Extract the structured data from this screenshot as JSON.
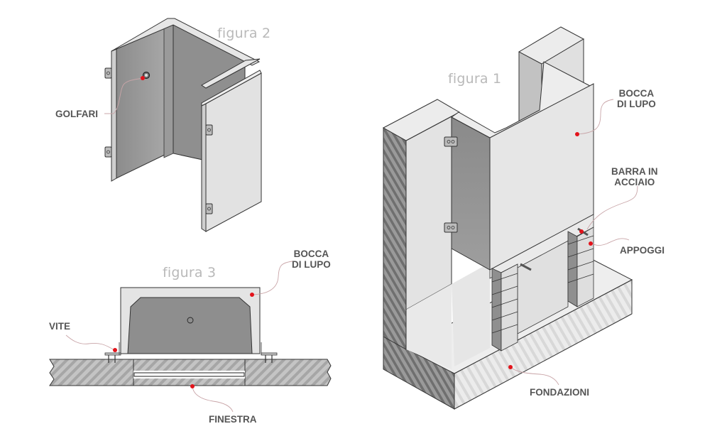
{
  "colors": {
    "marker": "#e3131b",
    "leader": "#c9a5a8",
    "label_text": "#555555",
    "figure_title": "#b9b9b9",
    "concrete_light": "#e6e6e6",
    "concrete_mid": "#b4b4b4",
    "concrete_dark": "#8e8e8e",
    "outline": "#333333"
  },
  "figures": {
    "figura2": {
      "title": "figura 2",
      "labels": {
        "golfari": "GOLFARI"
      }
    },
    "figura3": {
      "title": "figura 3",
      "labels": {
        "bocca_line1": "BOCCA",
        "bocca_line2": "DI LUPO",
        "vite": "VITE",
        "finestra": "FINESTRA"
      }
    },
    "figura1": {
      "title": "figura 1",
      "labels": {
        "bocca_line1": "BOCCA",
        "bocca_line2": "DI LUPO",
        "barra_line1": "BARRA IN",
        "barra_line2": "ACCIAIO",
        "appoggi": "APPOGGI",
        "fondazioni": "FONDAZIONI"
      }
    }
  }
}
